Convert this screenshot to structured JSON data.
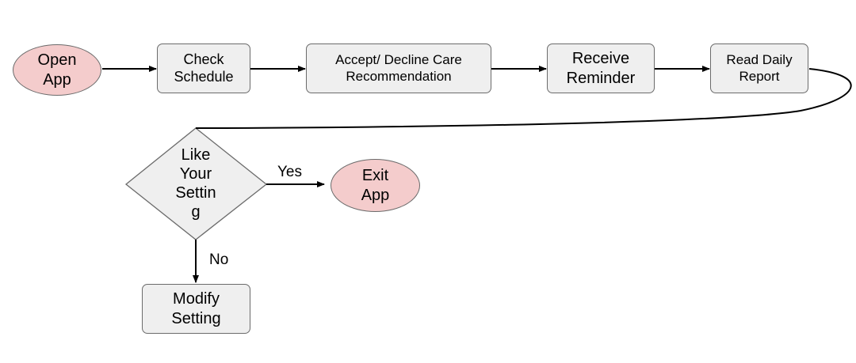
{
  "nodes": {
    "open_app": "Open\nApp",
    "check_schedule": "Check\nSchedule",
    "accept_decline": "Accept/ Decline Care\nRecommendation",
    "receive_reminder": "Receive\nReminder",
    "read_daily_report": "Read Daily\nReport",
    "like_setting": "Like\nYour\nSettin\ng",
    "exit_app": "Exit\nApp",
    "modify_setting": "Modify\nSetting"
  },
  "edges": {
    "yes": "Yes",
    "no": "No"
  },
  "colors": {
    "terminal_fill": "#f4cccc",
    "process_fill": "#efefef",
    "border": "#6b6b6b",
    "line": "#000000"
  }
}
